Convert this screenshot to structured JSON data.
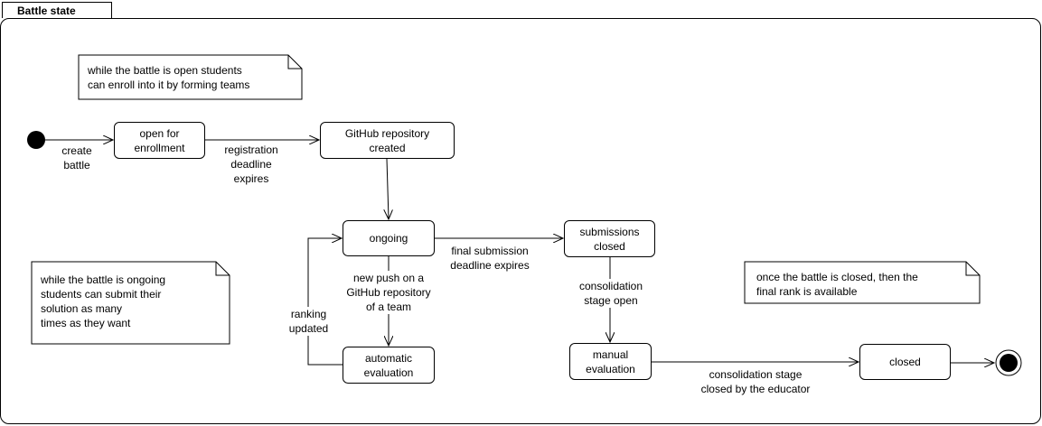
{
  "diagram": {
    "frame_title": "Battle state",
    "states": {
      "open_for_enrollment": "open for\nenrollment",
      "github_repository_created": "GitHub repository\ncreated",
      "ongoing": "ongoing",
      "automatic_evaluation": "automatic\nevaluation",
      "submissions_closed": "submissions\nclosed",
      "manual_evaluation": "manual\nevaluation",
      "closed": "closed"
    },
    "transitions": {
      "create_battle": "create\nbattle",
      "registration_deadline_expires": "registration\ndeadline\nexpires",
      "new_push": "new push on a\nGitHub repository\nof a team",
      "ranking_updated": "ranking\nupdated",
      "final_submission_deadline": "final submission\ndeadline expires",
      "consolidation_stage_open": "consolidation\nstage open",
      "consolidation_stage_closed": "consolidation stage\nclosed by the educator"
    },
    "notes": {
      "enrollment_note": "while the battle is open students\ncan enroll into it by forming teams",
      "ongoing_note": "while the battle is ongoing\nstudents can submit their\nsolution as many\ntimes as they want",
      "closed_note": "once the battle is closed, then the\nfinal rank is available"
    }
  }
}
